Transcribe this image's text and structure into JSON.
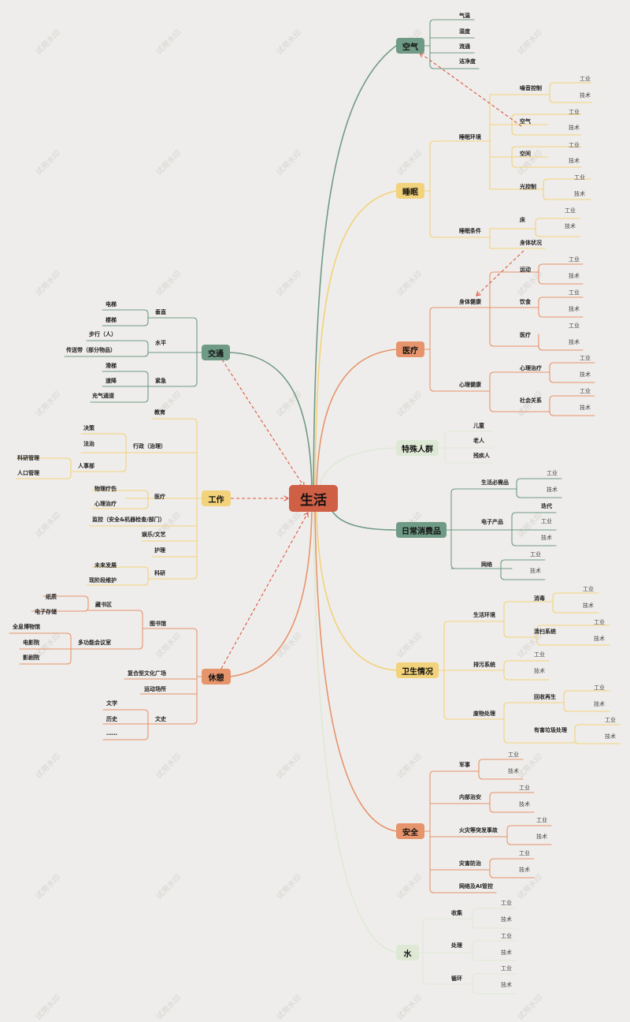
{
  "watermark": "试用水印",
  "colors": {
    "green": "#6f9a86",
    "yellow": "#f2d27a",
    "orange": "#e6946b",
    "lightgreen": "#dde9d5",
    "root": "#cf5f45",
    "dashed": "#d9573f"
  },
  "root": {
    "label": "生活"
  },
  "right": {
    "air": {
      "label": "空气",
      "children": [
        "气温",
        "湿度",
        "流通",
        "洁净度"
      ]
    },
    "sleep": {
      "label": "睡眠",
      "env": {
        "label": "睡眠环境",
        "children": [
          {
            "label": "噪音控制",
            "leaves": [
              "工业",
              "技术"
            ]
          },
          {
            "label": "空气",
            "leaves": [
              "工业",
              "技术"
            ]
          },
          {
            "label": "空间",
            "leaves": [
              "工业",
              "技术"
            ]
          },
          {
            "label": "光控制",
            "leaves": [
              "工业",
              "技术"
            ]
          }
        ]
      },
      "cond": {
        "label": "睡眠条件",
        "children": [
          {
            "label": "床",
            "leaves": [
              "工业",
              "技术"
            ]
          },
          {
            "label": "身体状况"
          }
        ]
      }
    },
    "medical": {
      "label": "医疗",
      "body": {
        "label": "身体健康",
        "children": [
          {
            "label": "运动",
            "leaves": [
              "工业",
              "技术"
            ]
          },
          {
            "label": "饮食",
            "leaves": [
              "工业",
              "技术"
            ]
          },
          {
            "label": "医疗",
            "leaves": [
              "工业",
              "技术"
            ]
          }
        ]
      },
      "mind": {
        "label": "心理健康",
        "children": [
          {
            "label": "心理治疗",
            "leaves": [
              "工业",
              "技术"
            ]
          },
          {
            "label": "社会关系",
            "leaves": [
              "工业",
              "技术"
            ]
          }
        ]
      }
    },
    "special": {
      "label": "特殊人群",
      "children": [
        "儿童",
        "老人",
        "残疾人"
      ]
    },
    "consumer": {
      "label": "日常消费品",
      "children": [
        {
          "label": "生活必需品",
          "leaves": [
            "工业",
            "技术"
          ]
        },
        {
          "label": "电子产品",
          "leaves": [
            "迭代",
            "工业",
            "技术"
          ]
        },
        {
          "label": "网络",
          "leaves": [
            "工业",
            "技术"
          ]
        }
      ]
    },
    "hygiene": {
      "label": "卫生情况",
      "living": {
        "label": "生活环境",
        "children": [
          {
            "label": "消毒",
            "leaves": [
              "工业",
              "技术"
            ]
          },
          {
            "label": "清扫系统",
            "leaves": [
              "工业",
              "技术"
            ]
          }
        ]
      },
      "sewage": {
        "label": "排污系统",
        "leaves": [
          "工业",
          "技术"
        ]
      },
      "waste": {
        "label": "废物处理",
        "children": [
          {
            "label": "回收再生",
            "leaves": [
              "工业",
              "技术"
            ]
          },
          {
            "label": "有害垃圾处理",
            "leaves": [
              "工业",
              "技术"
            ]
          }
        ]
      }
    },
    "safety": {
      "label": "安全",
      "children": [
        {
          "label": "军事",
          "leaves": [
            "工业",
            "技术"
          ]
        },
        {
          "label": "内部治安",
          "leaves": [
            "工业",
            "技术"
          ]
        },
        {
          "label": "火灾等突发事故",
          "leaves": [
            "工业",
            "技术"
          ]
        },
        {
          "label": "灾害防治",
          "leaves": [
            "工业",
            "技术"
          ]
        },
        {
          "label": "网络及AI管控"
        }
      ]
    },
    "water": {
      "label": "水",
      "children": [
        {
          "label": "收集",
          "leaves": [
            "工业",
            "技术"
          ]
        },
        {
          "label": "处理",
          "leaves": [
            "工业",
            "技术"
          ]
        },
        {
          "label": "循环",
          "leaves": [
            "工业",
            "技术"
          ]
        }
      ]
    }
  },
  "left": {
    "traffic": {
      "label": "交通",
      "children": [
        {
          "label": "垂直",
          "leaves": [
            "电梯",
            "楼梯"
          ]
        },
        {
          "label": "水平",
          "leaves": [
            "步行（人）",
            "传送带（部分物品）"
          ]
        },
        {
          "label": "紧急",
          "leaves": [
            "滑梯",
            "速降",
            "充气通道"
          ]
        }
      ]
    },
    "work": {
      "label": "工作",
      "edu": "教育",
      "admin": {
        "label": "行政（治理）",
        "children": [
          "决策",
          "法治"
        ],
        "hr": {
          "label": "人事部",
          "leaves": [
            "科研管理",
            "人口管理"
          ]
        }
      },
      "med": {
        "label": "医疗",
        "leaves": [
          "物理疗伤",
          "心理治疗"
        ]
      },
      "monitor": "监控（安全&机器检查/部门）",
      "ent": "娱乐/文艺",
      "care": "护理",
      "research": {
        "label": "科研",
        "leaves": [
          "未来发展",
          "现阶段维护"
        ]
      }
    },
    "rest": {
      "label": "休憩",
      "library": {
        "label": "图书馆",
        "stack": {
          "label": "藏书区",
          "leaves": [
            "纸质",
            "电子存储"
          ]
        },
        "multi": {
          "label": "多功能会议室",
          "leaves": [
            "全息博物馆",
            "电影院",
            "影剧院"
          ]
        }
      },
      "plaza": "复合型文化广场",
      "sports": "运动场所",
      "culture": {
        "label": "文史",
        "leaves": [
          "文学",
          "历史",
          "……"
        ]
      }
    }
  }
}
